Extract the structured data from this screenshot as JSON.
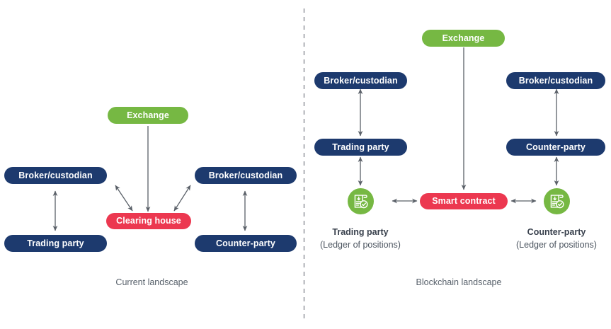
{
  "colors": {
    "navy": "#1d3a6e",
    "green": "#76b843",
    "red": "#ec3850",
    "arrow": "#5a6068",
    "divider": "#8a8f96",
    "caption": "#57606a"
  },
  "left_panel": {
    "caption": "Current landscape",
    "nodes": {
      "exchange": "Exchange",
      "clearing_house": "Clearing house",
      "broker_left": "Broker/custodian",
      "trading_party": "Trading party",
      "broker_right": "Broker/custodian",
      "counter_party": "Counter-party"
    }
  },
  "right_panel": {
    "caption": "Blockchain landscape",
    "nodes": {
      "exchange": "Exchange",
      "smart_contract": "Smart contract",
      "broker_left": "Broker/custodian",
      "trading_party": "Trading party",
      "broker_right": "Broker/custodian",
      "counter_party": "Counter-party"
    },
    "ledgers": {
      "left": {
        "title": "Trading party",
        "subtitle": "(Ledger of positions)",
        "icon": "ledger-document-check-icon"
      },
      "right": {
        "title": "Counter-party",
        "subtitle": "(Ledger of positions)",
        "icon": "ledger-document-check-icon"
      }
    }
  }
}
